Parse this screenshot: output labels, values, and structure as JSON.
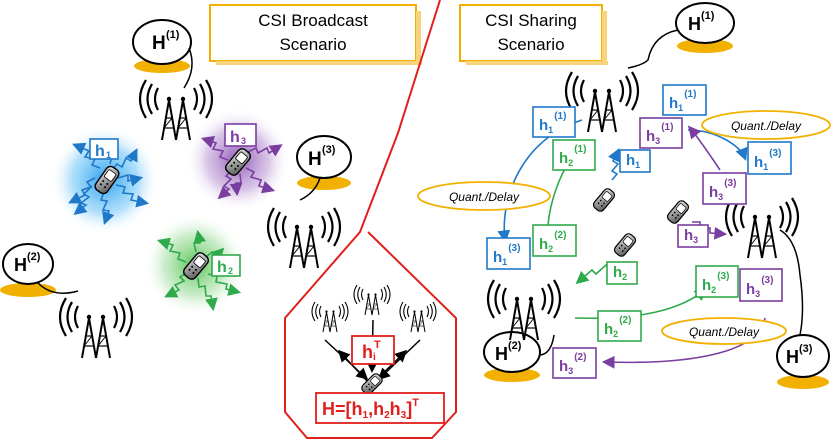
{
  "titles": {
    "broadcast": [
      "CSI Broadcast",
      "Scenario"
    ],
    "sharing": [
      "CSI Sharing",
      "Scenario"
    ]
  },
  "tx_labels": {
    "H1": {
      "base": "H",
      "sup": "(1)"
    },
    "H2": {
      "base": "H",
      "sup": "(2)"
    },
    "H3": {
      "base": "H",
      "sup": "(3)"
    }
  },
  "channels": {
    "h1": {
      "base": "h",
      "sub": "1"
    },
    "h2": {
      "base": "h",
      "sub": "2"
    },
    "h3": {
      "base": "h",
      "sub": "3"
    }
  },
  "shared": {
    "h1_1": {
      "base": "h",
      "sub": "1",
      "sup": "(1)"
    },
    "h1_3": {
      "base": "h",
      "sub": "1",
      "sup": "(3)"
    },
    "h2_1": {
      "base": "h",
      "sub": "2",
      "sup": "(1)"
    },
    "h2_2": {
      "base": "h",
      "sub": "2",
      "sup": "(2)"
    },
    "h2_3": {
      "base": "h",
      "sub": "2",
      "sup": "(3)"
    },
    "h3_1": {
      "base": "h",
      "sub": "3",
      "sup": "(1)"
    },
    "h3_2": {
      "base": "h",
      "sub": "3",
      "sup": "(2)"
    },
    "h3_3": {
      "base": "h",
      "sub": "3",
      "sup": "(3)"
    }
  },
  "quant_delay": "Quant./Delay",
  "zoom": {
    "hi": {
      "base": "h",
      "sub": "i",
      "sup": "T"
    },
    "H_formula": {
      "pre": "H=[h",
      "s1": "1",
      "mid1": ",h",
      "s2": "2",
      "mid2": "h",
      "s3": "3",
      "post": "]",
      "sup": "T"
    }
  },
  "colors": {
    "blue": "#1f78c8",
    "green": "#2eaa4a",
    "purple": "#7a3da0",
    "red": "#e0201c",
    "gold": "#f2b100",
    "title_border": "#f2b100"
  }
}
